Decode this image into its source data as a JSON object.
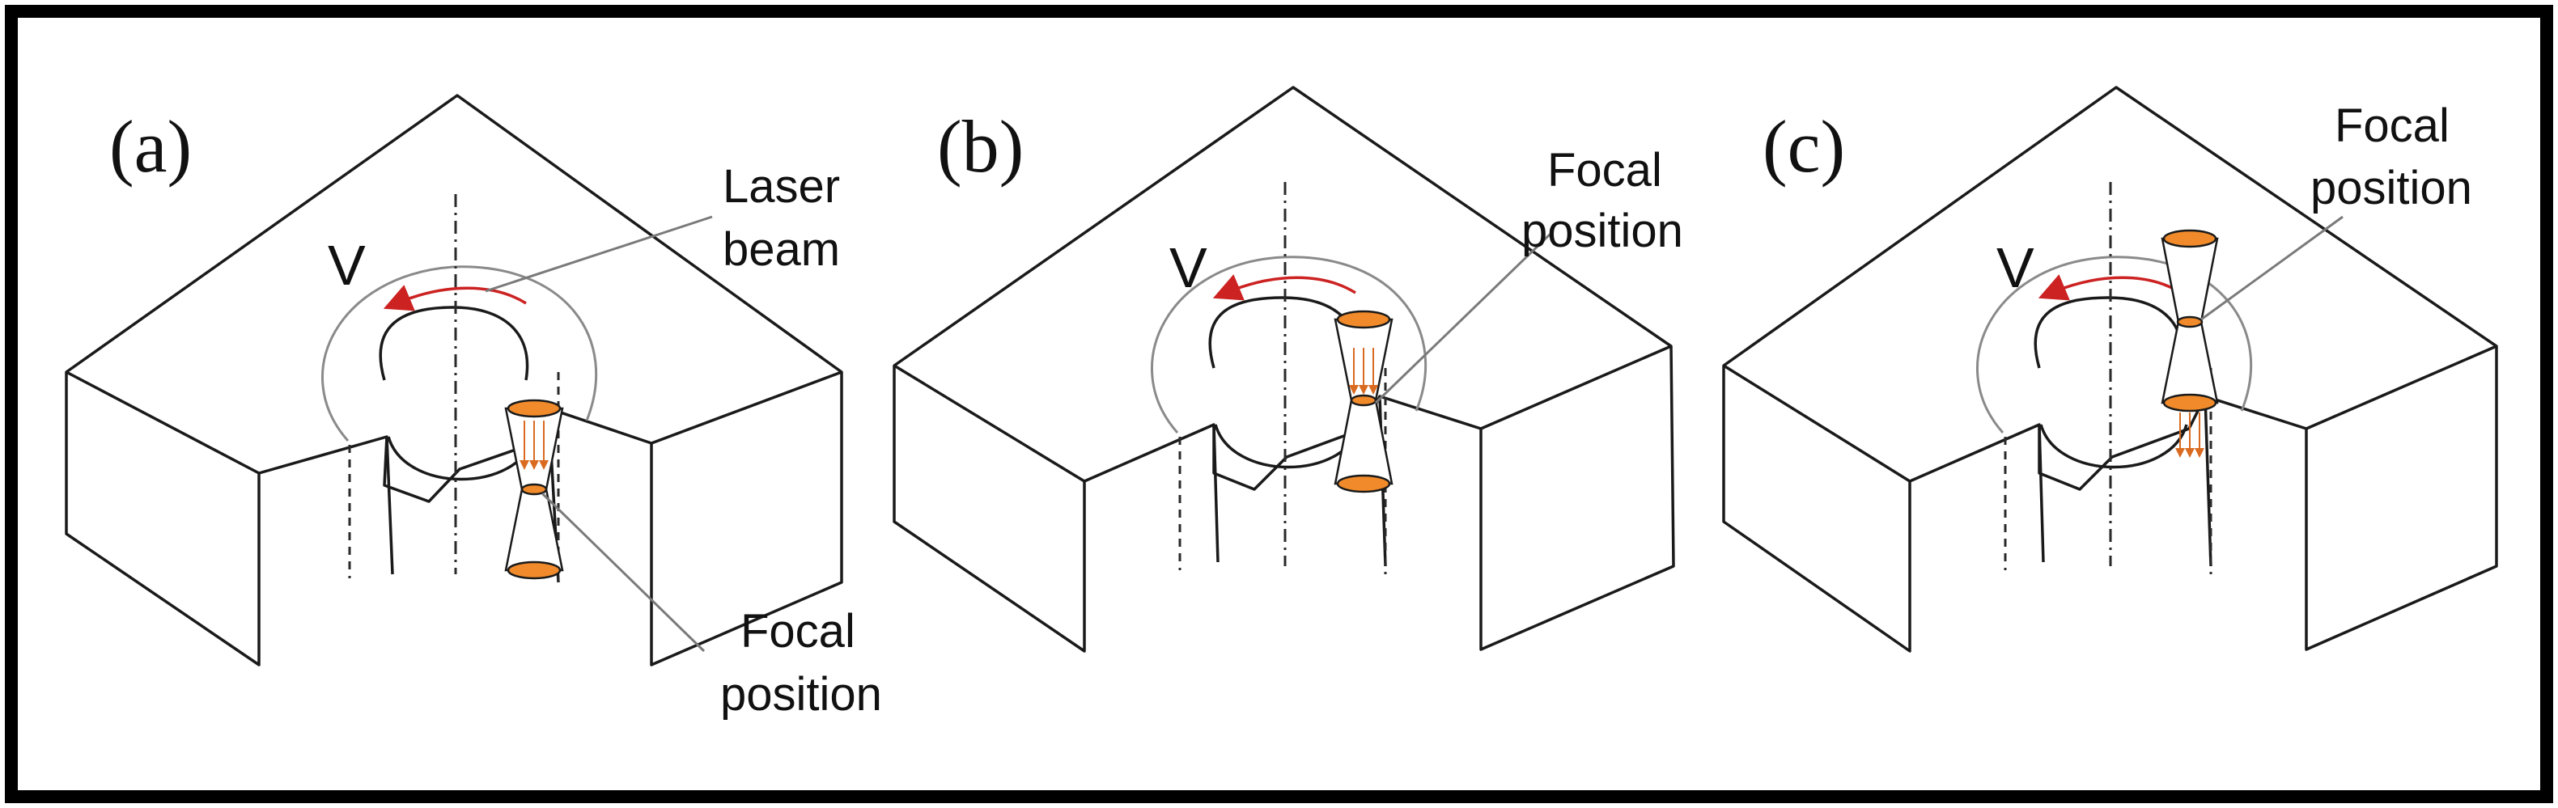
{
  "panels": [
    {
      "id": "a",
      "label": "(a)",
      "velocity": "V",
      "callouts": [
        "Laser",
        "beam",
        "Focal",
        "position"
      ]
    },
    {
      "id": "b",
      "label": "(b)",
      "velocity": "V",
      "callouts": [
        "Focal",
        "position"
      ]
    },
    {
      "id": "c",
      "label": "(c)",
      "velocity": "V",
      "callouts": [
        "Focal",
        "position"
      ]
    }
  ],
  "colors": {
    "frame": "#000000",
    "beam_fill": "#f08a2a",
    "arrow": "#cc2222",
    "edges": "#1a1a1a",
    "ring": "#8a8a8a"
  }
}
